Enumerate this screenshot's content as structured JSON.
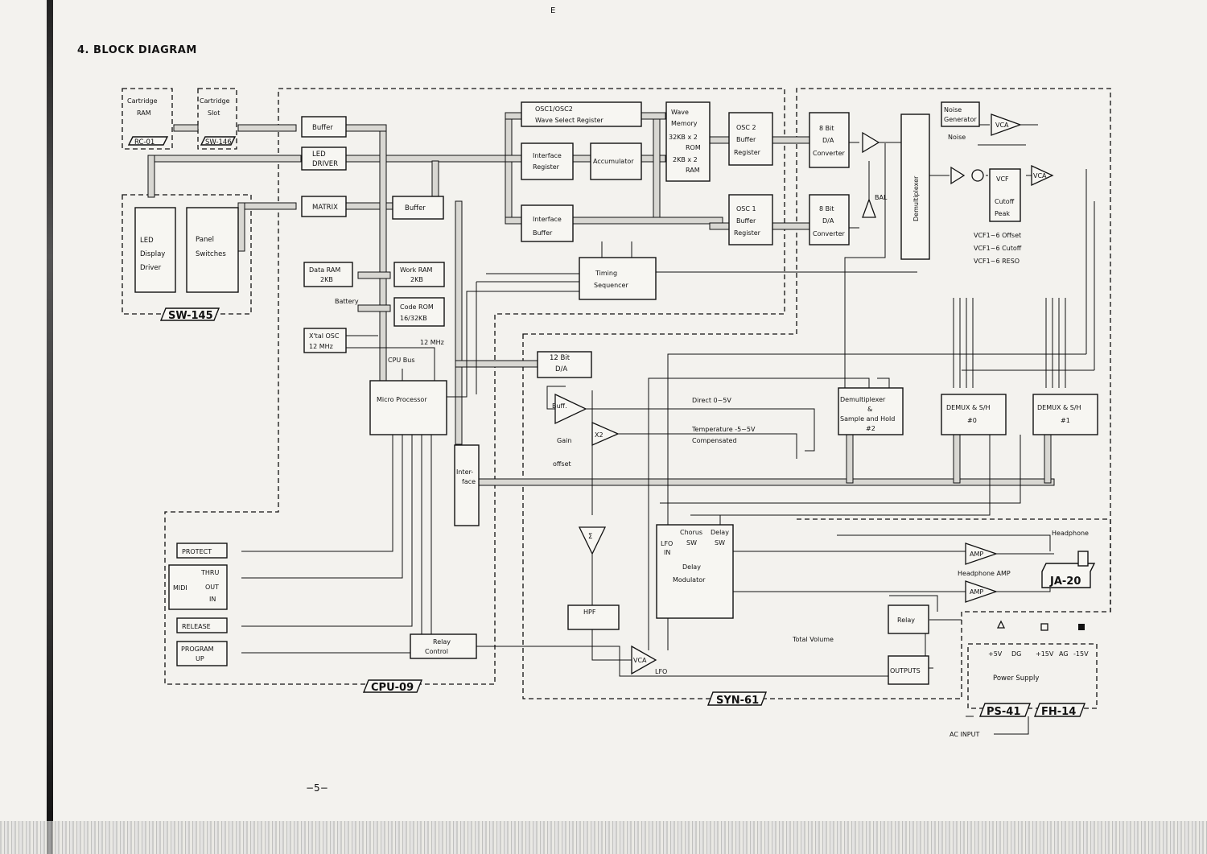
{
  "header": {
    "title": "4. BLOCK DIAGRAM",
    "top_mark": "E",
    "page_number": "−5−"
  },
  "boards": {
    "sw145": "SW-145",
    "sw146": "SW-146",
    "rc01": "RC-01",
    "cpu09": "CPU-09",
    "syn61": "SYN-61",
    "ps41": "PS-41",
    "fh14": "FH-14",
    "ja20": "JA-20"
  },
  "blocks": {
    "cartridge_ram": [
      "Cartridge",
      "RAM"
    ],
    "cartridge_slot": [
      "Cartridge",
      "Slot"
    ],
    "led_display_driver": [
      "LED",
      "Display",
      "Driver"
    ],
    "panel_switches": [
      "Panel",
      "Switches"
    ],
    "buffer1": "Buffer",
    "led_driver": [
      "LED",
      "DRIVER"
    ],
    "matrix": "MATRIX",
    "buffer2": "Buffer",
    "data_ram": [
      "Data RAM",
      "2KB"
    ],
    "battery": "Battery",
    "work_ram": [
      "Work RAM",
      "2KB"
    ],
    "code_rom": [
      "Code ROM",
      "16/32KB"
    ],
    "xtal_osc": [
      "X'tal OSC",
      "12 MHz"
    ],
    "clock_12mhz": "12 MHz",
    "cpu_bus": "CPU Bus",
    "micro_processor": "Micro Processor",
    "interface": [
      "Inter-",
      "face"
    ],
    "osc_wave_select": [
      "OSC1/OSC2",
      "Wave Select Register"
    ],
    "interface_register": [
      "Interface",
      "Register"
    ],
    "accumulator": "Accumulator",
    "interface_buffer": [
      "Interface",
      "Buffer"
    ],
    "wave_memory": [
      "Wave",
      "Memory",
      "32KB x 2",
      "ROM",
      "2KB x 2",
      "RAM"
    ],
    "osc2_buffer_register": [
      "OSC 2",
      "Buffer",
      "Register"
    ],
    "osc1_buffer_register": [
      "OSC 1",
      "Buffer",
      "Register"
    ],
    "timing_sequencer": [
      "Timing",
      "Sequencer"
    ],
    "dac8_top": [
      "8 Bit",
      "D/A",
      "Converter"
    ],
    "dac8_bottom": [
      "8 Bit",
      "D/A",
      "Converter"
    ],
    "bal": "BAL",
    "demultiplexer": "Demultiplexer",
    "noise_generator": [
      "Noise",
      "Generator"
    ],
    "noise_vca": "VCA",
    "noise_pot": "Noise",
    "vcf": "VCF",
    "vca_main": "VCA",
    "cutoff_peak": [
      "Cutoff",
      "Peak"
    ],
    "vcf_trims": [
      "VCF1~6 Offset",
      "VCF1~6 Cutoff",
      "VCF1~6 RESO"
    ],
    "dac12": [
      "12 Bit",
      "D/A"
    ],
    "buff": "Buff.",
    "gain": "Gain",
    "offset": "offset",
    "x2": "X2",
    "direct": "Direct 0~5V",
    "temperature": [
      "Temperature -5~5V",
      "Compensated"
    ],
    "demux_sh2": [
      "Demultiplexer",
      "&",
      "Sample and Hold",
      "#2"
    ],
    "demux_sh0": [
      "DEMUX & S/H",
      "#0"
    ],
    "demux_sh1": [
      "DEMUX & S/H",
      "#1"
    ],
    "sigma": "Σ",
    "hpf": "HPF",
    "vca_lfo": "VCA",
    "lfo_pot": "LFO",
    "delay_modulator": [
      "LFO",
      "IN",
      "Chorus",
      "SW",
      "Delay",
      "SW",
      "Delay",
      "Modulator"
    ],
    "total_volume": "Total Volume",
    "relay": "Relay",
    "outputs": "OUTPUTS",
    "amp_top": "AMP",
    "amp_bottom": "AMP",
    "headphone": "Headphone",
    "headphone_amp": "Headphone AMP",
    "protect": "PROTECT",
    "midi": [
      "MIDI",
      "THRU",
      "OUT",
      "IN"
    ],
    "release": "RELEASE",
    "program_up": [
      "PROGRAM",
      "UP"
    ],
    "relay_control": [
      "Relay",
      "Control"
    ],
    "power_supply": "Power Supply",
    "rails": [
      "+5V",
      "DG",
      "+15V",
      "AG",
      "-15V"
    ],
    "ac_input": "AC INPUT"
  }
}
